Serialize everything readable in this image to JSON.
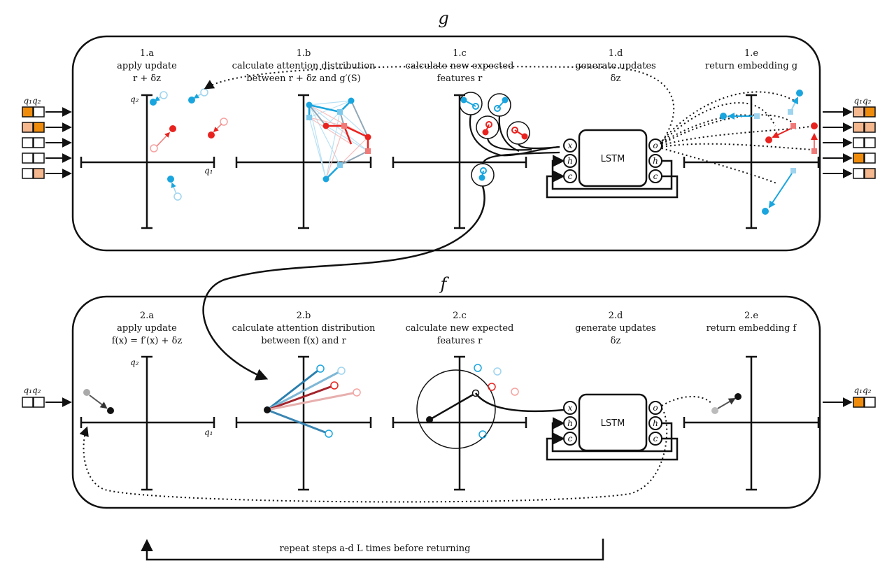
{
  "title_g": "g",
  "title_f": "f",
  "panel_g": {
    "steps": [
      {
        "id": "1.a",
        "lines": [
          "apply update",
          "r + δz"
        ]
      },
      {
        "id": "1.b",
        "lines": [
          "calculate attention distribution",
          "between r + δz and g′(S)"
        ]
      },
      {
        "id": "1.c",
        "lines": [
          "calculate new expected",
          "features r"
        ]
      },
      {
        "id": "1.d",
        "lines": [
          "generate updates",
          "δz"
        ]
      },
      {
        "id": "1.e",
        "lines": [
          "return embedding g"
        ]
      }
    ]
  },
  "panel_f": {
    "steps": [
      {
        "id": "2.a",
        "lines": [
          "apply update",
          "f(x) = f′(x) + δz"
        ]
      },
      {
        "id": "2.b",
        "lines": [
          "calculate attention distribution",
          "between f(x) and r"
        ]
      },
      {
        "id": "2.c",
        "lines": [
          "calculate new expected",
          "features r"
        ]
      },
      {
        "id": "2.d",
        "lines": [
          "generate updates",
          "δz"
        ]
      },
      {
        "id": "2.e",
        "lines": [
          "return embedding f"
        ]
      }
    ]
  },
  "axis": {
    "x": "q1",
    "y": "q2"
  },
  "io_header": "q1q2",
  "lstm": {
    "label": "LSTM",
    "inputs": [
      "x",
      "h",
      "c"
    ],
    "outputs": [
      "o",
      "h",
      "c"
    ]
  },
  "repeat_text": "repeat steps a-d L times before returning",
  "colors": {
    "blue": "#1aa5de",
    "red": "#e8231f",
    "orange": "#f08c0c",
    "light_orange": "#f5b88e",
    "black": "#111111"
  }
}
